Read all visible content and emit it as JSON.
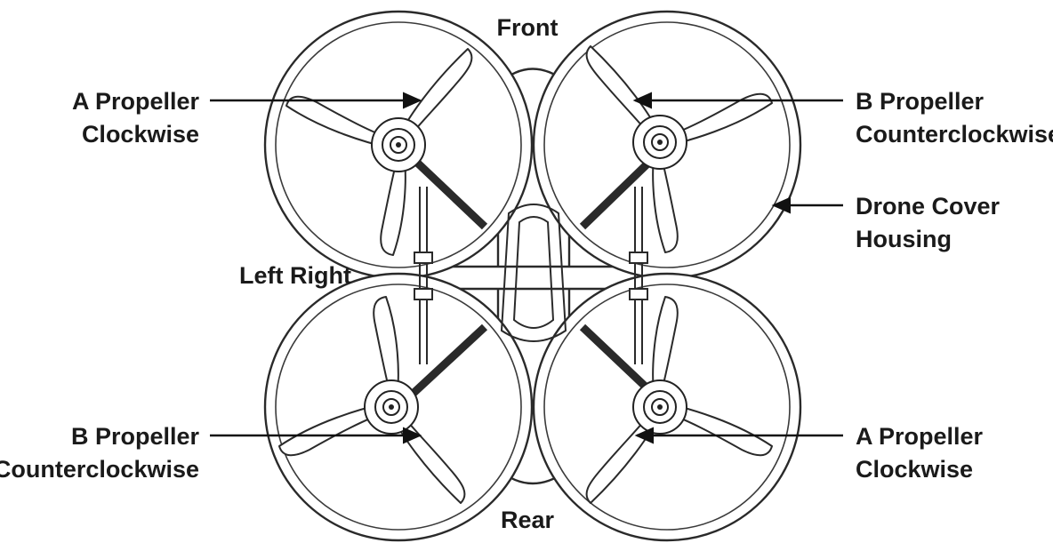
{
  "labels": {
    "front": "Front",
    "rear": "Rear",
    "left_right": "Left Right",
    "top_left": {
      "line1": "A Propeller",
      "line2": "Clockwise"
    },
    "top_right": {
      "line1": "B Propeller",
      "line2": "Counterclockwise"
    },
    "housing": {
      "line1": "Drone Cover",
      "line2": "Housing"
    },
    "bottom_left": {
      "line1": "B Propeller",
      "line2": "Counterclockwise"
    },
    "bottom_right": {
      "line1": "A Propeller",
      "line2": "Clockwise"
    }
  },
  "colors": {
    "line": "#2a2a2a",
    "text": "#1a1a1a",
    "background": "#ffffff"
  }
}
